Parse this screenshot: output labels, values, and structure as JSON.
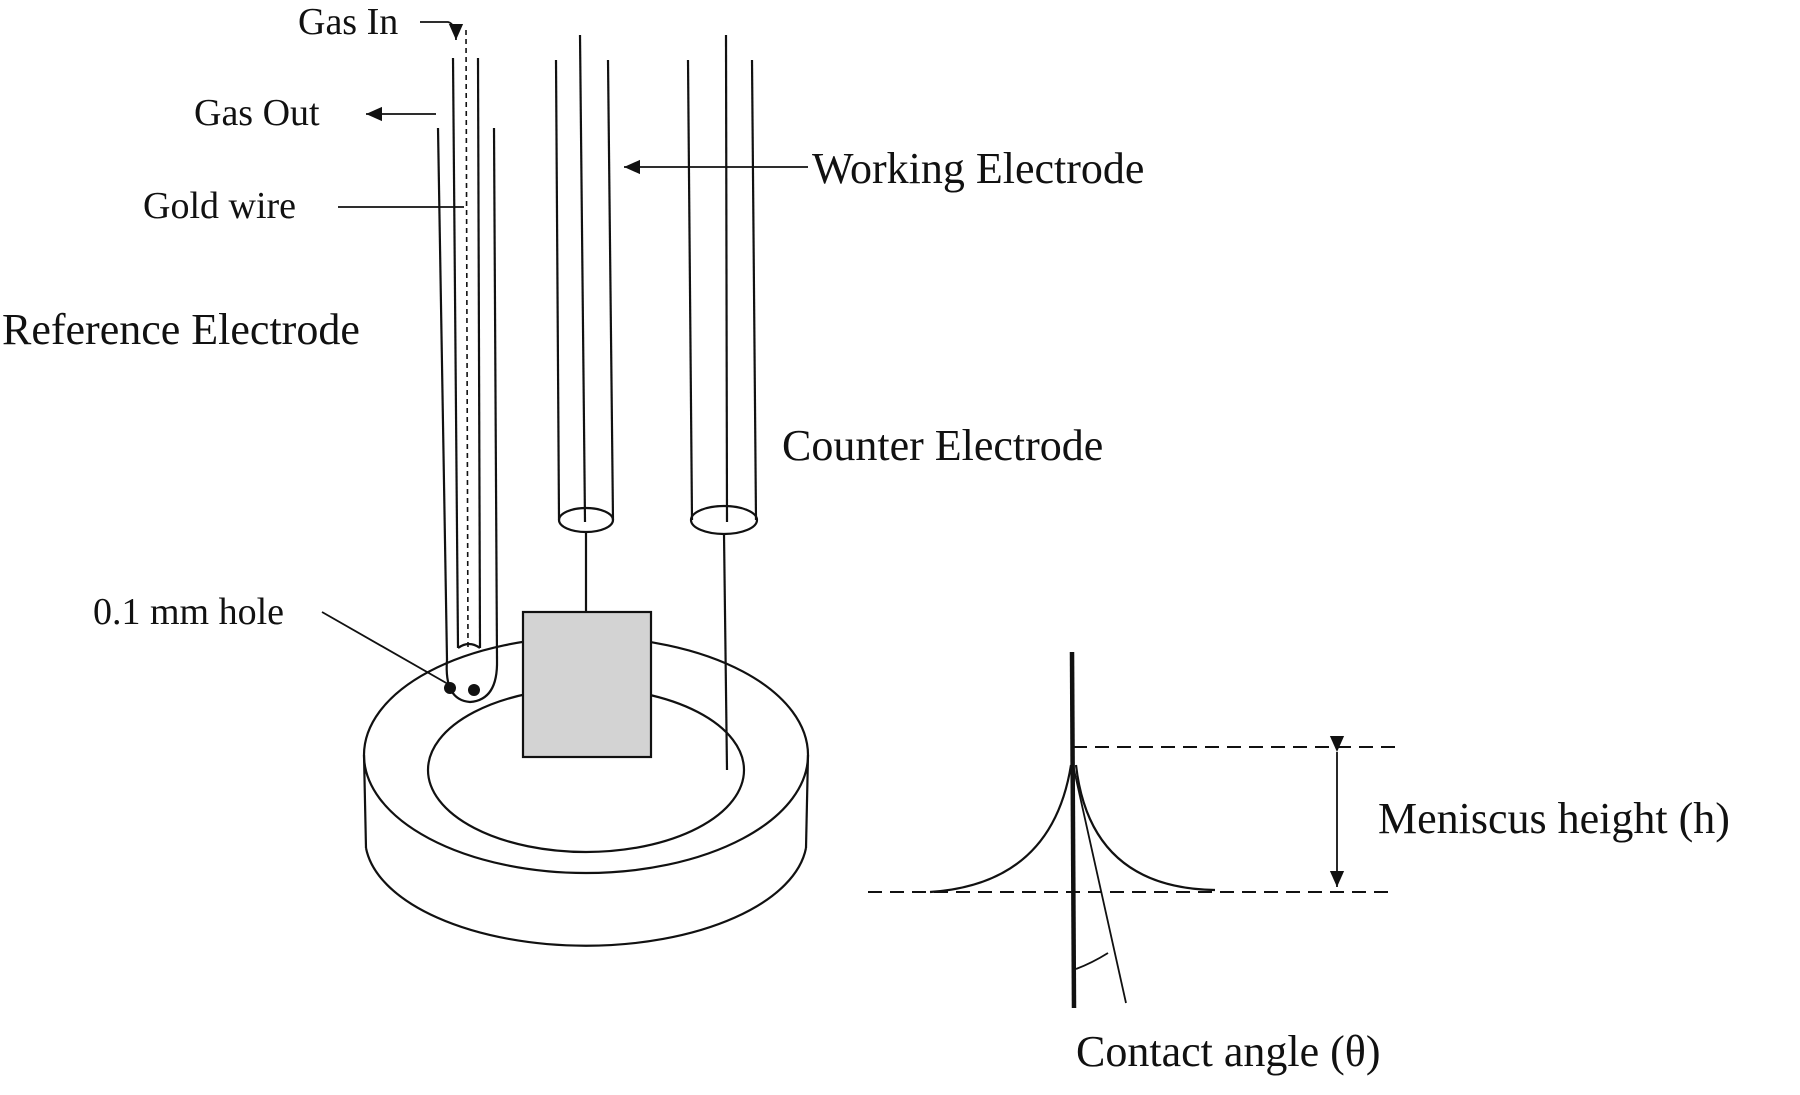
{
  "diagram": {
    "labels": {
      "gas_in": "Gas In",
      "gas_out": "Gas Out",
      "gold_wire": "Gold wire",
      "reference_electrode": "Reference Electrode",
      "working_electrode": "Working Electrode",
      "counter_electrode": "Counter Electrode",
      "hole": "0.1 mm hole",
      "meniscus_height": "Meniscus height (h)",
      "contact_angle": "Contact angle (θ)"
    },
    "colors": {
      "line": "#111111",
      "sample_fill": "#d3d3d3",
      "background": "#ffffff"
    }
  }
}
